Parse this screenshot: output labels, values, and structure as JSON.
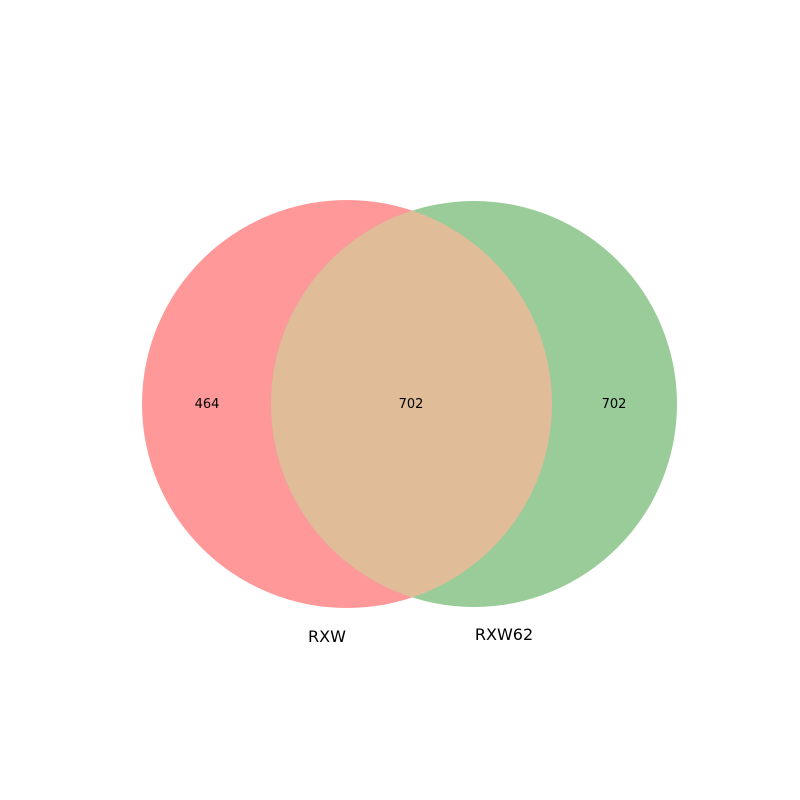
{
  "diagram": {
    "type": "venn2",
    "sets": [
      {
        "name": "RXW",
        "color": "#ff9999"
      },
      {
        "name": "RXW62",
        "color": "#99cc99"
      }
    ],
    "overlap_color": "#e0bc98",
    "regions": {
      "only_a": "464",
      "both": "702",
      "only_b": "702"
    }
  }
}
